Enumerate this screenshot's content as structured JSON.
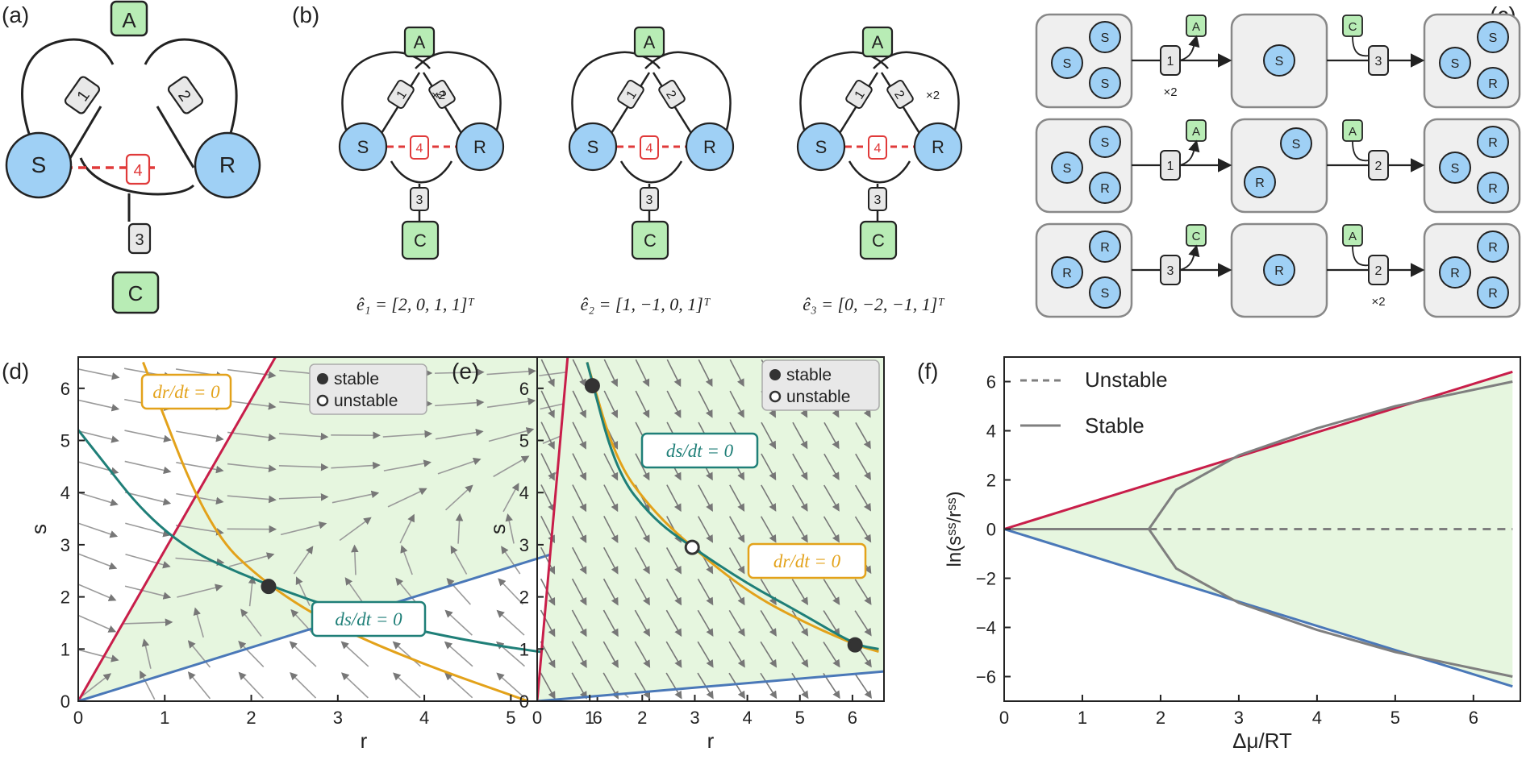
{
  "panel_labels": [
    "(a)",
    "(b)",
    "(c)",
    "(d)",
    "(e)",
    "(f)"
  ],
  "species": {
    "A": "A",
    "S": "S",
    "R": "R",
    "C": "C"
  },
  "reactions": [
    "1",
    "2",
    "3",
    "4"
  ],
  "multiplier": "×2",
  "b": {
    "basis": [
      "ê₁ = [2, 0, 1, 1]ᵀ",
      "ê₂ = [1, −1, 0, 1]ᵀ",
      "ê₃ = [0, −2, −1, 1]ᵀ"
    ]
  },
  "colors": {
    "species_blue": "#9fd0f5",
    "species_green": "#b8ecb5",
    "reaction4_red": "#e03a3a",
    "region_fill": "#e6f6df",
    "teal": "#1f7f78",
    "orange": "#e3a21a",
    "crimson": "#c81e4a",
    "steel_blue": "#4a78b8",
    "gray": "#7f7f7f"
  },
  "d": {
    "xlabel": "r",
    "ylabel": "s",
    "xticks": [
      "0",
      "1",
      "2",
      "3",
      "4",
      "5",
      "6"
    ],
    "yticks": [
      "0",
      "1",
      "2",
      "3",
      "4",
      "5",
      "6"
    ],
    "legend": {
      "stable": "stable",
      "unstable": "unstable"
    },
    "label_dr": "dr/dt = 0",
    "label_ds": "ds/dt = 0"
  },
  "e": {
    "xlabel": "r",
    "ylabel": "s",
    "xticks": [
      "0",
      "1",
      "2",
      "3",
      "4",
      "5",
      "6"
    ],
    "yticks": [
      "0",
      "1",
      "2",
      "3",
      "4",
      "5",
      "6"
    ],
    "legend": {
      "stable": "stable",
      "unstable": "unstable"
    },
    "label_ds": "ds/dt = 0",
    "label_dr": "dr/dt = 0"
  },
  "f": {
    "xlabel": "Δμ/RT",
    "ylabel": "ln(sˢˢ/rˢˢ)",
    "xticks": [
      "0",
      "1",
      "2",
      "3",
      "4",
      "5",
      "6"
    ],
    "yticks": [
      "6",
      "4",
      "2",
      "0",
      "−2",
      "−4",
      "−6"
    ],
    "legend": {
      "unstable": "Unstable",
      "stable": "Stable"
    }
  },
  "chart_data": [
    {
      "type": "line",
      "xlim": [
        0,
        6.6
      ],
      "ylim": [
        0,
        6.6
      ],
      "fixed_points": [
        {
          "r": 2.2,
          "s": 2.2,
          "stability": "stable"
        }
      ],
      "series": [
        {
          "x": [
            0,
            2.28
          ],
          "y": [
            0,
            6.6
          ]
        },
        {
          "x": [
            0,
            6.6
          ],
          "y": [
            0,
            3.4
          ]
        },
        {
          "x": [
            0.75,
            1.5,
            2.2,
            3.0,
            4.0,
            5.2
          ],
          "y": [
            6.5,
            3.3,
            2.2,
            1.4,
            0.7,
            0.0
          ]
        },
        {
          "x": [
            0.0,
            1.0,
            2.2,
            3.5,
            5.0,
            6.5
          ],
          "y": [
            5.2,
            3.1,
            2.2,
            1.5,
            1.0,
            0.72
          ]
        }
      ]
    },
    {
      "type": "line",
      "xlim": [
        0,
        6.6
      ],
      "ylim": [
        0,
        6.6
      ],
      "fixed_points": [
        {
          "r": 1.05,
          "s": 6.05,
          "stability": "stable"
        },
        {
          "r": 2.95,
          "s": 2.95,
          "stability": "unstable"
        },
        {
          "r": 6.05,
          "s": 1.08,
          "stability": "stable"
        }
      ],
      "series": [
        {
          "x": [
            0,
            0.58
          ],
          "y": [
            0,
            6.6
          ]
        },
        {
          "x": [
            0,
            6.6
          ],
          "y": [
            0,
            0.57
          ]
        },
        {
          "x": [
            0.95,
            1.5,
            2.2,
            2.95,
            4.0,
            5.0,
            6.05,
            6.5
          ],
          "y": [
            6.5,
            4.6,
            3.65,
            2.95,
            2.1,
            1.55,
            1.08,
            0.95
          ]
        },
        {
          "x": [
            0.95,
            1.5,
            2.2,
            2.95,
            4.0,
            5.0,
            6.05,
            6.5
          ],
          "y": [
            6.5,
            4.4,
            3.5,
            2.95,
            2.25,
            1.7,
            1.08,
            1.0
          ]
        }
      ]
    },
    {
      "type": "line",
      "xlim": [
        0,
        6.6
      ],
      "ylim": [
        -7,
        7
      ],
      "series": [
        {
          "name": "Unstable",
          "x": [
            1.85,
            6.5
          ],
          "y": [
            0,
            0
          ]
        },
        {
          "name": "Stable",
          "x": [
            0,
            1.85
          ],
          "y": [
            0,
            0
          ]
        },
        {
          "x": [
            0,
            6.5
          ],
          "y": [
            0,
            6.4
          ]
        },
        {
          "x": [
            0,
            6.5
          ],
          "y": [
            0,
            -6.4
          ]
        },
        {
          "x": [
            1.85,
            2.2,
            3.0,
            4.0,
            5.0,
            6.5
          ],
          "y": [
            0,
            1.6,
            3.0,
            4.1,
            5.0,
            6.0
          ]
        },
        {
          "x": [
            1.85,
            2.2,
            3.0,
            4.0,
            5.0,
            6.5
          ],
          "y": [
            0,
            -1.6,
            -3.0,
            -4.1,
            -5.0,
            -6.0
          ]
        }
      ]
    }
  ]
}
